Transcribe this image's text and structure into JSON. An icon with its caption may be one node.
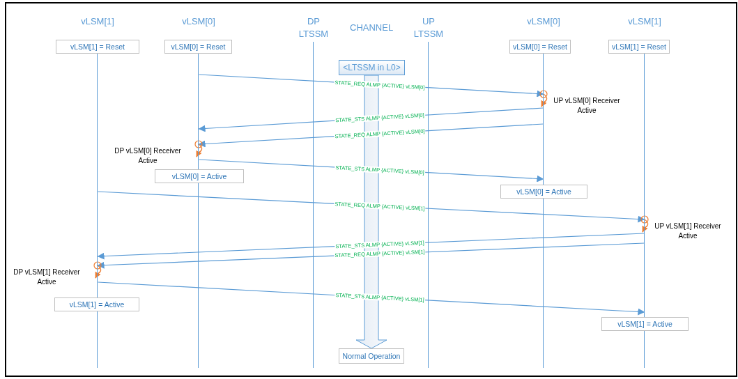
{
  "diagram": {
    "nodes": [
      {
        "text": [
          "vLSM[1]"
        ]
      },
      {
        "text": [
          "vLSM[0]"
        ]
      },
      {
        "text": [
          "DP LTSSM"
        ]
      },
      {
        "text": [
          "CHANNEL"
        ]
      },
      {
        "text": [
          "UP LTSSM"
        ]
      },
      {
        "text": [
          "vLSM[0]"
        ]
      },
      {
        "text": [
          "vLSM[1]"
        ]
      },
      {
        "text": [
          "vLSM[1] = Reset"
        ]
      },
      {
        "text": [
          "vLSM[0] = Reset"
        ]
      },
      {
        "text": [
          "vLSM[0] = Reset"
        ]
      },
      {
        "text": [
          "vLSM[1] = Reset"
        ]
      },
      {
        "text": [
          "<LTSSM in L0>"
        ]
      },
      {
        "text": [
          "vLSM[0] = Active"
        ]
      },
      {
        "text": [
          "vLSM[0] = Active"
        ]
      },
      {
        "text": [
          "vLSM[1] = Active"
        ]
      },
      {
        "text": [
          "vLSM[1] = Active"
        ]
      },
      {
        "text": [
          "Normal Operation"
        ]
      }
    ],
    "edges": [
      {
        "from": 1,
        "to": 5,
        "arrow": "to",
        "label": "STATE_REQ ALMP {ACTIVE} vLSM[0]"
      },
      {
        "from": 5,
        "to": 5,
        "arrow": "to",
        "color": "#ed7d31",
        "label": "UP vLSM[0] Receiver Active"
      },
      {
        "from": 5,
        "to": 1,
        "arrow": "to",
        "label": "STATE_STS ALMP {ACTIVE} vLSM[0]"
      },
      {
        "from": 5,
        "to": 1,
        "arrow": "to",
        "label": "STATE_REQ ALMP {ACTIVE} vLSM[0]"
      },
      {
        "from": 1,
        "to": 1,
        "arrow": "to",
        "color": "#ed7d31",
        "label": "DP vLSM[0] Receiver Active"
      },
      {
        "from": 1,
        "to": 5,
        "arrow": "to",
        "label": "STATE_STS ALMP {ACTIVE} vLSM[0]"
      },
      {
        "from": 0,
        "to": 6,
        "arrow": "to",
        "label": "STATE_REQ ALMP {ACTIVE} vLSM[1]"
      },
      {
        "from": 6,
        "to": 6,
        "arrow": "to",
        "color": "#ed7d31",
        "label": "UP vLSM[1] Receiver Active"
      },
      {
        "from": 6,
        "to": 0,
        "arrow": "to",
        "label": "STATE_STS ALMP {ACTIVE} vLSM[1]"
      },
      {
        "from": 6,
        "to": 0,
        "arrow": "to",
        "label": "STATE_REQ ALMP {ACTIVE} vLSM[1]"
      },
      {
        "from": 0,
        "to": 0,
        "arrow": "to",
        "color": "#ed7d31",
        "label": "DP vLSM[1] Receiver Active"
      },
      {
        "from": 0,
        "to": 6,
        "arrow": "to",
        "label": "STATE_STS ALMP {ACTIVE} vLSM[1]"
      },
      {
        "from": 11,
        "to": 16,
        "arrow": "to",
        "style": "thick"
      }
    ]
  }
}
